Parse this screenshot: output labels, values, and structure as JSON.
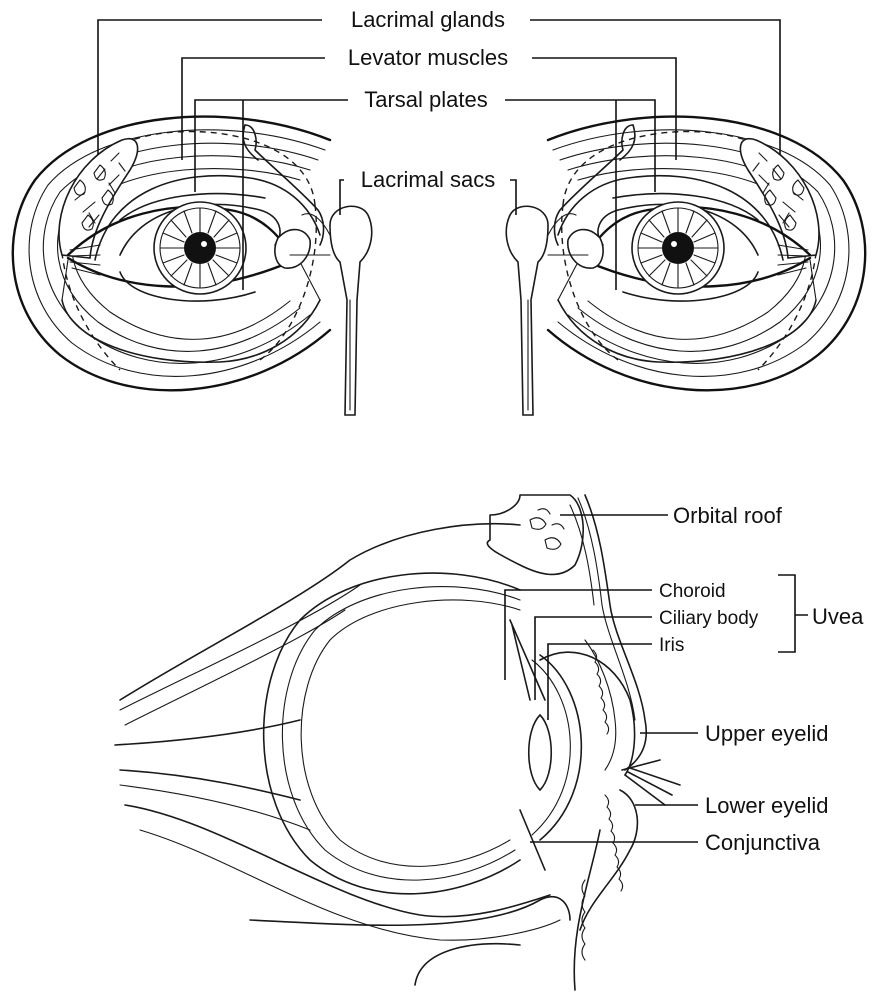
{
  "labels": {
    "lacrimal_glands": "Lacrimal glands",
    "levator_muscles": "Levator muscles",
    "tarsal_plates": "Tarsal plates",
    "lacrimal_sacs": "Lacrimal sacs",
    "orbital_roof": "Orbital roof",
    "choroid": "Choroid",
    "ciliary_body": "Ciliary body",
    "iris": "Iris",
    "uvea": "Uvea",
    "upper_eyelid": "Upper eyelid",
    "lower_eyelid": "Lower eyelid",
    "conjunctiva": "Conjunctiva"
  }
}
